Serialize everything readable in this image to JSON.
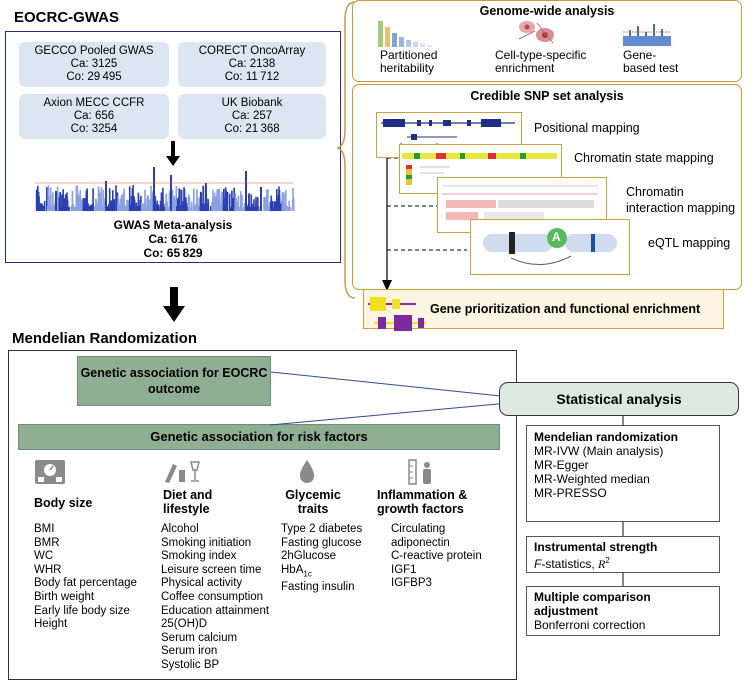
{
  "gwas": {
    "title": "EOCRC-GWAS",
    "cohorts": [
      {
        "name": "GECCO Pooled GWAS",
        "ca": "Ca: 3125",
        "co": "Co: 29 495"
      },
      {
        "name": "CORECT OncoArray",
        "ca": "Ca: 2138",
        "co": "Co: 11 712"
      },
      {
        "name": "Axion MECC CCFR",
        "ca": "Ca: 656",
        "co": "Co: 3254"
      },
      {
        "name": "UK Biobank",
        "ca": "Ca: 257",
        "co": "Co: 21 368"
      }
    ],
    "meta_title": "GWAS Meta-analysis",
    "meta_ca": "Ca: 6176",
    "meta_co": "Co: 65 829"
  },
  "genome_wide": {
    "title": "Genome-wide analysis",
    "items": [
      "Partitioned heritability",
      "Cell-type-specific enrichment",
      "Gene-based test"
    ]
  },
  "credible": {
    "title": "Credible SNP set analysis",
    "steps": [
      "Positional mapping",
      "Chromatin state mapping",
      "Chromatin interaction mapping",
      "eQTL mapping"
    ],
    "allele": "A"
  },
  "gene_prior": {
    "title": "Gene prioritization and functional enrichment"
  },
  "mr": {
    "title": "Mendelian Randomization",
    "outcome_box": "Genetic association for EOCRC outcome",
    "risk_box": "Genetic association for risk factors",
    "categories": [
      {
        "title": "Body size",
        "items": [
          "BMI",
          "BMR",
          "WC",
          "WHR",
          "Body fat percentage",
          "Birth weight",
          "Early life body size",
          "Height"
        ]
      },
      {
        "title": "Diet and lifestyle",
        "items": [
          "Alcohol",
          "Smoking initiation",
          "Smoking index",
          "Leisure screen time",
          "Physical activity",
          "Coffee consumption",
          "Education attainment",
          "25(OH)D",
          "Serum calcium",
          "Serum iron",
          "Systolic BP"
        ]
      },
      {
        "title": "Glycemic traits",
        "items": [
          "Type 2 diabetes",
          "Fasting glucose",
          "2hGlucose",
          "HbA1c",
          "Fasting insulin"
        ]
      },
      {
        "title": "Inflammation & growth factors",
        "items": [
          "Circulating adiponectin",
          "C-reactive protein",
          "IGF1",
          "IGFBP3"
        ]
      }
    ]
  },
  "stats": {
    "title": "Statistical analysis",
    "mr_title": "Mendelian randomization",
    "mr_methods": [
      "MR-IVW (Main analysis)",
      "MR-Egger",
      "MR-Weighted median",
      "MR-PRESSO"
    ],
    "strength_title": "Instrumental strength",
    "strength_text": "F-statistics, R2",
    "multiple_title": "Multiple comparison adjustment",
    "multiple_text": "Bonferroni correction"
  }
}
